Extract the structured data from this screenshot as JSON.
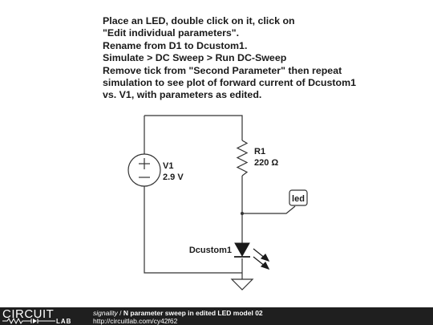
{
  "instructions": [
    "Place an LED, double click on it, click on",
    "\"Edit individual parameters\".",
    "Rename from D1 to Dcustom1.",
    "Simulate > DC Sweep > Run DC-Sweep",
    "Remove tick from \"Second Parameter\" then repeat",
    "simulation to see plot of forward current of Dcustom1",
    "vs. V1, with parameters as edited."
  ],
  "schematic": {
    "source": {
      "name": "V1",
      "value": "2.9 V"
    },
    "resistor": {
      "name": "R1",
      "value": "220 Ω"
    },
    "led": {
      "name": "Dcustom1"
    },
    "probe": {
      "label": "led"
    }
  },
  "footer": {
    "logo_top": "CIRCUIT",
    "logo_bottom": "LAB",
    "user": "signality",
    "separator": " / ",
    "title": "N parameter sweep in edited LED model 02",
    "url": "http://circuitlab.com/cy42f62"
  }
}
